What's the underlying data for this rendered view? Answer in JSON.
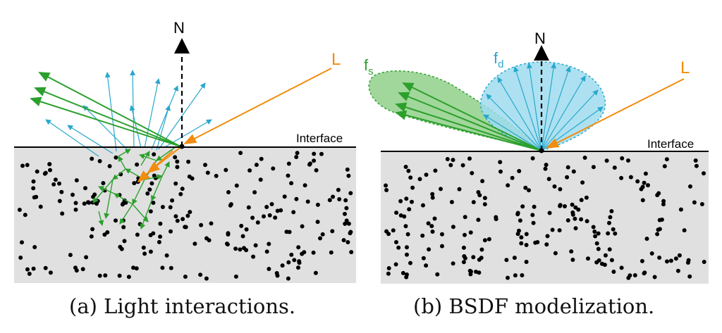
{
  "panel_a": {
    "normal_label": "N",
    "light_label": "L",
    "interface_label": "Interface",
    "caption": "(a) Light interactions."
  },
  "panel_b": {
    "normal_label": "N",
    "light_label": "L",
    "interface_label": "Interface",
    "specular_label": "f",
    "specular_sub": "s",
    "diffuse_label": "f",
    "diffuse_sub": "d",
    "caption": "(b) BSDF modelization."
  },
  "colors": {
    "medium_fill": "#e0e0e0",
    "particle": "#000000",
    "specular": "#2ca02c",
    "diffuse": "#29a7cc",
    "incident": "#f28c0f",
    "specular_lobe_fill": "#82c97a",
    "diffuse_lobe_fill": "#9fdcee"
  }
}
